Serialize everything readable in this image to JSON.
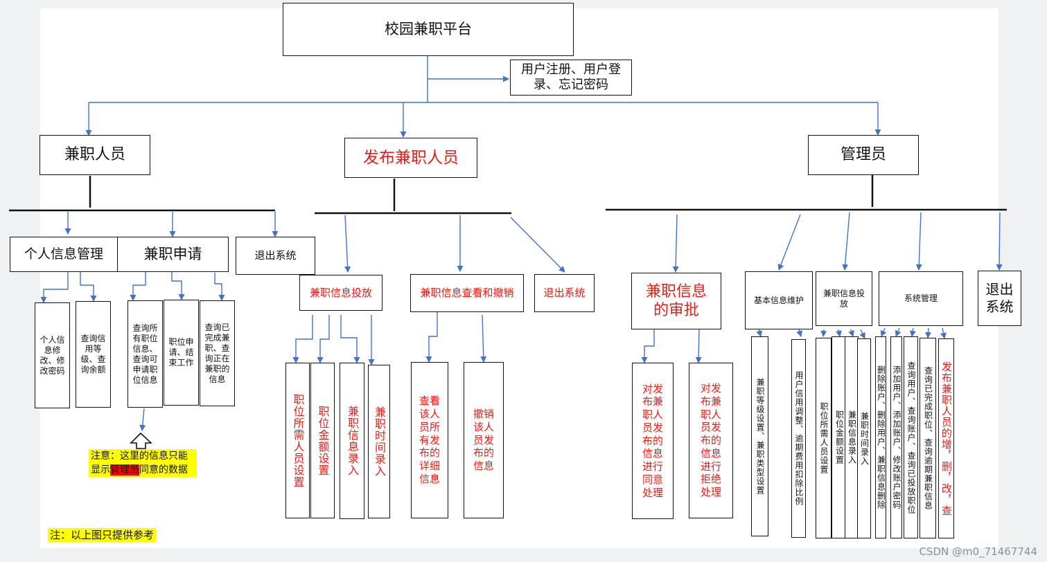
{
  "root": "校园兼职平台",
  "auth": "用户注册、用户登录、忘记密码",
  "roles": {
    "parttimer": "兼职人员",
    "publisher": "发布兼职人员",
    "admin": "管理员"
  },
  "parttimer": {
    "modules": [
      "个人信息管理",
      "兼职申请",
      "退出系统"
    ],
    "leaves": [
      "个人信息修改、修改密码",
      "查询信用等级、查询余额",
      "查询所有职位信息、查询可申请职位信息",
      "职位申请、结束工作",
      "查询已完成兼职、查询正在兼职的信息"
    ]
  },
  "publisher": {
    "modules": [
      "兼职信息投放",
      "兼职信息查看和撤销",
      "退出系统"
    ],
    "leaves": [
      "职位所需人员设置",
      "职位金额设置",
      "兼职信息录入",
      "兼职时间录入",
      "查看该人员所有发布的详细信息",
      "撤销该人员发布的信息"
    ]
  },
  "admin": {
    "modules": [
      "兼职信息的审批",
      "基本信息维护",
      "兼职信息投放",
      "系统管理",
      "退出系统"
    ],
    "leaves": [
      "对发布兼职人员发布的信息进行同意处理",
      "对发布兼职人员发布的信息进行拒绝处理",
      "兼职等级设置、兼职类型设置",
      "用户信用调整、逾期费用扣除比例",
      "职位所需人员设置",
      "职位金额设置",
      "兼职信息录入",
      "兼职时间录入",
      "删除账户、删除用户、兼职信息删除",
      "添加用户、添加账户、修改账户密码",
      "查询用户、查询账户、查询已投放职位",
      "查询已完成职位、查询逾期兼职信息",
      "发布兼职人员的增，删，改，查"
    ]
  },
  "note1": {
    "prefix": "注意：这里的信息只能显示",
    "highlight": "管理员",
    "suffix": "同意的数据"
  },
  "note2": "注：以上图只提供参考",
  "watermark": "CSDN @m0_71467744",
  "colors": {
    "line": "#4472c4",
    "text_red": "#e0201b",
    "note_bg": "#ffff00"
  }
}
